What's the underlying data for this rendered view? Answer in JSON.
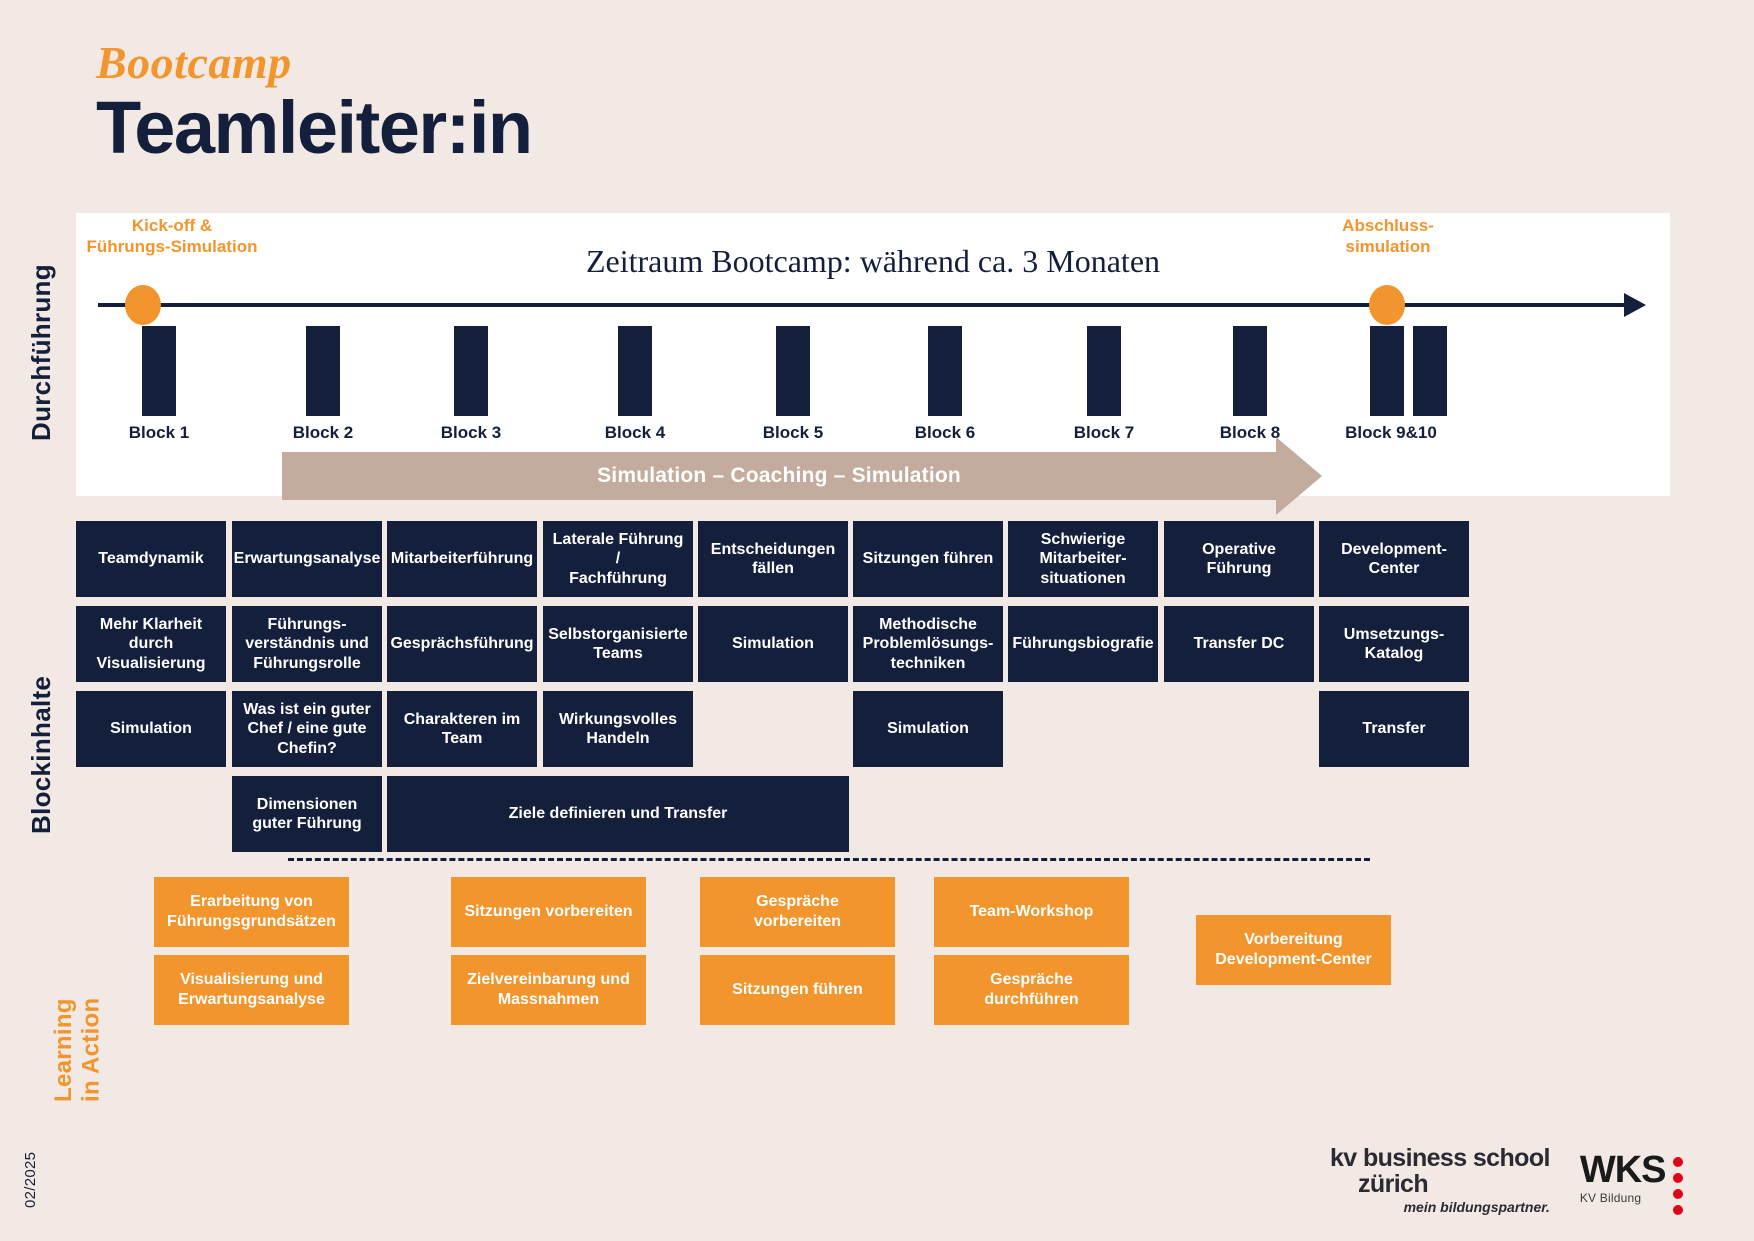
{
  "header": {
    "kicker": "Bootcamp",
    "title": "Teamleiter:in"
  },
  "rails": {
    "durchfuehrung": "Durchführung",
    "blockinhalte": "Blockinhalte",
    "learning_in_action": "Learning\nin Action",
    "date": "02/2025"
  },
  "timeline": {
    "heading": "Zeitraum Bootcamp: während ca. 3 Monaten",
    "start_caption": "Kick-off &\nFührungs-Simulation",
    "end_caption": "Abschluss-\nsimulation",
    "blocks": [
      {
        "label": "Block 1"
      },
      {
        "label": "Block 2"
      },
      {
        "label": "Block 3"
      },
      {
        "label": "Block 4"
      },
      {
        "label": "Block 5"
      },
      {
        "label": "Block 6"
      },
      {
        "label": "Block 7"
      },
      {
        "label": "Block 8"
      },
      {
        "label": "Block 9&10"
      }
    ],
    "simulation_arrow": "Simulation – Coaching – Simulation"
  },
  "blockinhalte": {
    "rows": [
      [
        "Teamdynamik",
        "Erwartungsanalyse",
        "Mitarbeiterführung",
        "Laterale Führung /\nFachführung",
        "Entscheidungen\nfällen",
        "Sitzungen führen",
        "Schwierige\nMitarbeiter-\nsituationen",
        "Operative Führung",
        "Development-\nCenter"
      ],
      [
        "Mehr Klarheit\ndurch\nVisualisierung",
        "Führungs-\nverständnis und\nFührungsrolle",
        "Gesprächsführung",
        "Selbstorganisierte\nTeams",
        "Simulation",
        "Methodische\nProblemlösungs-\ntechniken",
        "Führungsbiografie",
        "Transfer DC",
        "Umsetzungs-\nKatalog"
      ],
      [
        "Simulation",
        "Was ist ein guter\nChef / eine gute\nChefin?",
        "Charakteren im\nTeam",
        "Wirkungsvolles\nHandeln",
        "",
        "Simulation",
        "",
        "",
        "Transfer"
      ],
      [
        "",
        "Dimensionen\nguter Führung",
        "Ziele definieren und Transfer",
        "",
        "",
        "",
        "",
        "",
        ""
      ]
    ]
  },
  "learning_in_action": {
    "rows": [
      [
        "Erarbeitung von\nFührungsgrundsätzen",
        "Sitzungen vorbereiten",
        "Gespräche\nvorbereiten",
        "Team-Workshop",
        "Vorbereitung\nDevelopment-Center"
      ],
      [
        "Visualisierung und\nErwartungsanalyse",
        "Zielvereinbarung und\nMassnahmen",
        "Sitzungen führen",
        "Gespräche\ndurchführen"
      ]
    ]
  },
  "logos": {
    "kv_line1": "kv business school",
    "kv_line2": "zürich",
    "kv_tagline": "mein bildungspartner.",
    "wks_name": "WKS",
    "wks_sub": "KV Bildung"
  },
  "colors": {
    "background": "#f2e9e4",
    "navy": "#141f3c",
    "orange": "#f2952c",
    "taupe": "#c3ab9e",
    "white": "#ffffff",
    "red": "#e2001a"
  }
}
